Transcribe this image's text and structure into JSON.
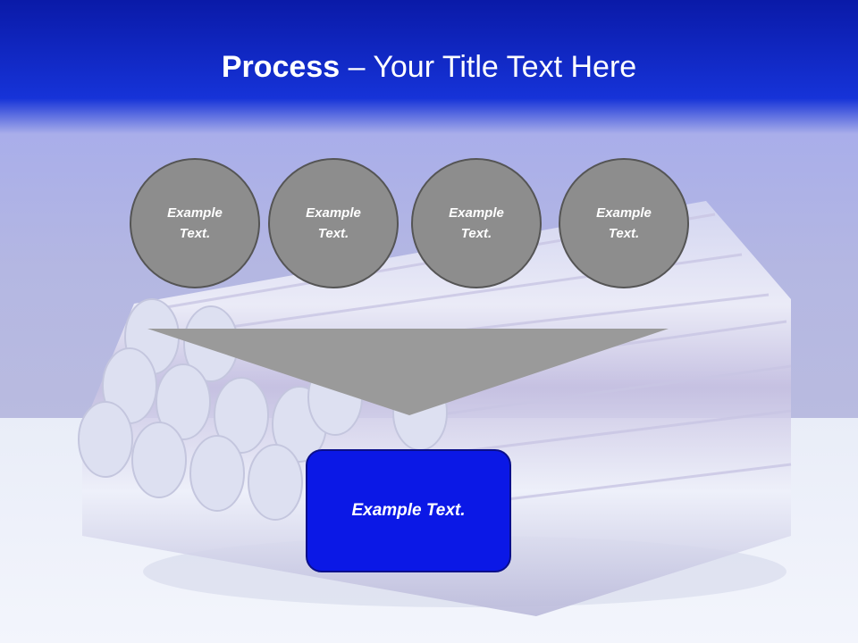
{
  "slide": {
    "title_bold": "Process",
    "title_rest": " – Your Title Text Here"
  },
  "circles": [
    {
      "label": "Example Text."
    },
    {
      "label": "Example Text."
    },
    {
      "label": "Example Text."
    },
    {
      "label": "Example Text."
    }
  ],
  "result_box": {
    "label": "Example Text."
  },
  "colors": {
    "header_blue": "#1633d8",
    "circle_fill": "#8d8d8d",
    "circle_border": "#555555",
    "arrow_fill": "#9a9a9a",
    "box_fill": "#0b18e6",
    "box_border": "#0a0f8a"
  }
}
